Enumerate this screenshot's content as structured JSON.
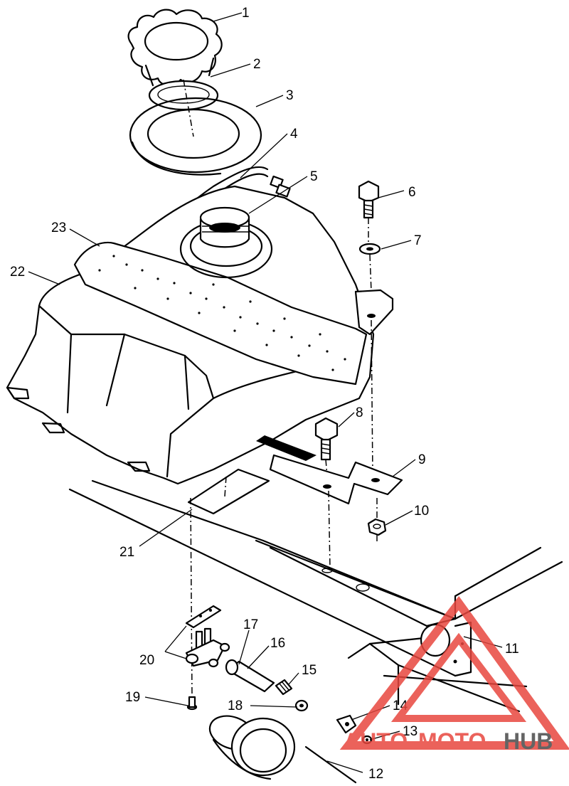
{
  "callouts": {
    "c1": "1",
    "c2": "2",
    "c3": "3",
    "c4": "4",
    "c5": "5",
    "c6": "6",
    "c7": "7",
    "c8": "8",
    "c9": "9",
    "c10": "10",
    "c11": "11",
    "c12": "12",
    "c13": "13",
    "c14": "14",
    "c15": "15",
    "c16": "16",
    "c17": "17",
    "c18": "18",
    "c19": "19",
    "c20": "20",
    "c21": "21",
    "c22": "22",
    "c23": "23"
  },
  "watermark": {
    "brand_prefix": "AUTO",
    "brand_middle": "MOTO",
    "brand_suffix": "HUB",
    "accent_color": "#e8473f",
    "dark_color": "#4a4a4a"
  },
  "icons": {
    "logo": "warning-triangle-logo"
  }
}
